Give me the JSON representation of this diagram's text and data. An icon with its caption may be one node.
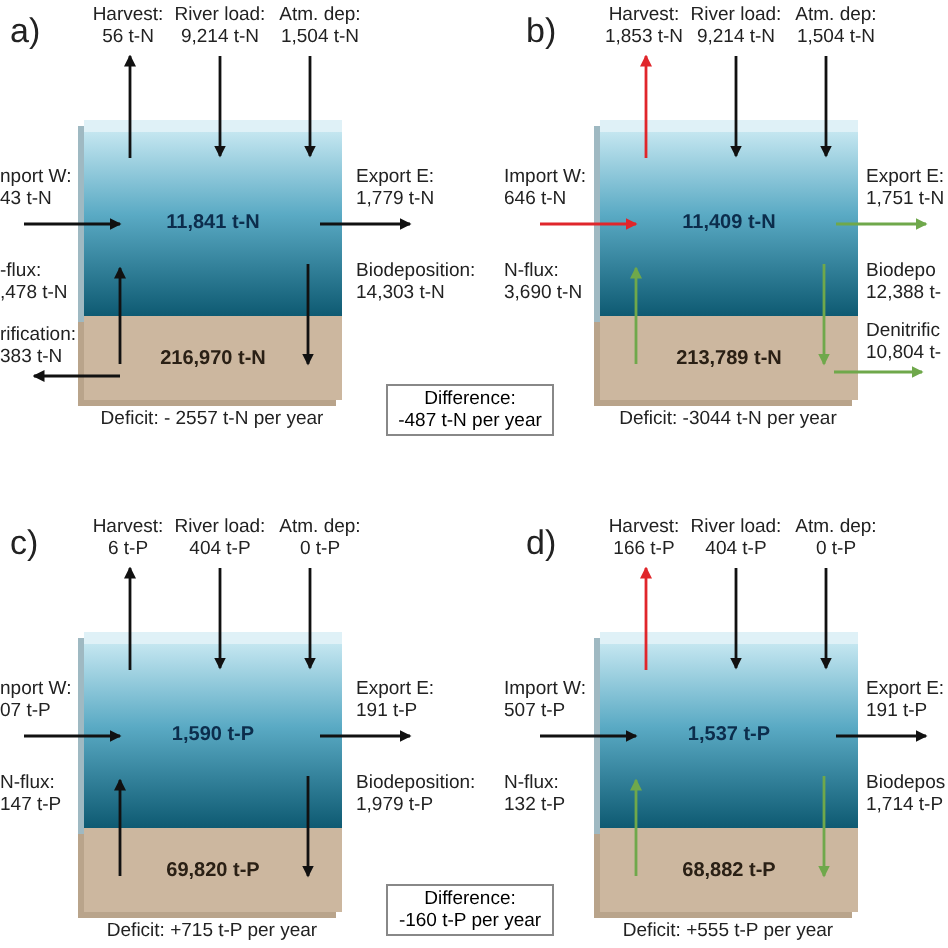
{
  "diagram": {
    "nodes": [
      {
        "text": [
          "11,841 t-N"
        ]
      },
      {
        "text": [
          "216,970 t-N"
        ],
        "beside": [
          "Deficit: - 2557 t-N per year"
        ]
      },
      {
        "text": [
          "Harvest:",
          "56 t-N"
        ]
      },
      {
        "text": [
          "River load:",
          "9,214 t-N"
        ]
      },
      {
        "text": [
          "Atm. dep:",
          "1,504 t-N"
        ]
      },
      {
        "text": [
          "nport W:",
          "43 t-N"
        ]
      },
      {
        "text": [
          "Export E:",
          "1,779 t-N"
        ]
      },
      {
        "text": [
          "-flux:",
          ",478 t-N"
        ]
      },
      {
        "text": [
          "Biodeposition:",
          "14,303 t-N"
        ]
      },
      {
        "text": [
          "rification:",
          "383 t-N"
        ]
      },
      {
        "text": [
          "Difference:",
          "-487 t-N per year"
        ]
      },
      {
        "text": [
          "11,409 t-N"
        ]
      },
      {
        "text": [
          "213,789 t-N"
        ],
        "beside": [
          "Deficit: -3044 t-N per year"
        ]
      },
      {
        "text": [
          "Harvest:",
          "1,853 t-N"
        ]
      },
      {
        "text": [
          "River load:",
          "9,214 t-N"
        ]
      },
      {
        "text": [
          "Atm. dep:",
          "1,504 t-N"
        ]
      },
      {
        "text": [
          "Import W:",
          "646 t-N"
        ]
      },
      {
        "text": [
          "Export E:",
          "1,751 t-N"
        ]
      },
      {
        "text": [
          "N-flux:",
          "3,690 t-N"
        ]
      },
      {
        "text": [
          "Biodepo",
          "12,388 t-"
        ]
      },
      {
        "text": [
          "Denitrific",
          "10,804 t-"
        ]
      },
      {
        "text": [
          "1,590 t-P"
        ]
      },
      {
        "text": [
          "69,820 t-P"
        ],
        "beside": [
          "Deficit: +715 t-P per year"
        ]
      },
      {
        "text": [
          "Harvest:",
          "6 t-P"
        ]
      },
      {
        "text": [
          "River load:",
          "404 t-P"
        ]
      },
      {
        "text": [
          "Atm. dep:",
          "0 t-P"
        ]
      },
      {
        "text": [
          "nport W:",
          "07 t-P"
        ]
      },
      {
        "text": [
          "Export E:",
          "191 t-P"
        ]
      },
      {
        "text": [
          "N-flux:",
          "147 t-P"
        ]
      },
      {
        "text": [
          "Biodeposition:",
          "1,979 t-P"
        ]
      },
      {
        "text": [
          "Difference:",
          "-160 t-P per year"
        ]
      },
      {
        "text": [
          "1,537 t-P"
        ]
      },
      {
        "text": [
          "68,882 t-P"
        ],
        "beside": [
          "Deficit: +555 t-P per year"
        ]
      },
      {
        "text": [
          "Harvest:",
          "166 t-P"
        ]
      },
      {
        "text": [
          "River load:",
          "404 t-P"
        ]
      },
      {
        "text": [
          "Atm. dep:",
          "0 t-P"
        ]
      },
      {
        "text": [
          "Import W:",
          "507 t-P"
        ]
      },
      {
        "text": [
          "Export E:",
          "191 t-P"
        ]
      },
      {
        "text": [
          "N-flux:",
          "132 t-P"
        ]
      },
      {
        "text": [
          "Biodepos",
          "1,714 t-P"
        ]
      }
    ],
    "edges": [
      {
        "from": 0,
        "to": 2,
        "arrow": "to"
      },
      {
        "from": 3,
        "to": 0,
        "arrow": "to"
      },
      {
        "from": 4,
        "to": 0,
        "arrow": "to"
      },
      {
        "from": 5,
        "to": 0,
        "arrow": "to"
      },
      {
        "from": 0,
        "to": 6,
        "arrow": "to"
      },
      {
        "from": 1,
        "to": 0,
        "arrow": "to"
      },
      {
        "from": 0,
        "to": 1,
        "arrow": "to"
      },
      {
        "from": 1,
        "to": 9,
        "arrow": "to"
      },
      {
        "from": 11,
        "to": 13,
        "arrow": "to",
        "color": "#e0262b"
      },
      {
        "from": 14,
        "to": 11,
        "arrow": "to"
      },
      {
        "from": 15,
        "to": 11,
        "arrow": "to"
      },
      {
        "from": 16,
        "to": 11,
        "arrow": "to",
        "color": "#e0262b"
      },
      {
        "from": 11,
        "to": 17,
        "arrow": "to",
        "color": "#6fa84b"
      },
      {
        "from": 12,
        "to": 11,
        "arrow": "to",
        "color": "#6fa84b"
      },
      {
        "from": 11,
        "to": 12,
        "arrow": "to",
        "color": "#6fa84b"
      },
      {
        "from": 12,
        "to": 20,
        "arrow": "to",
        "color": "#6fa84b"
      },
      {
        "from": 21,
        "to": 23,
        "arrow": "to"
      },
      {
        "from": 24,
        "to": 21,
        "arrow": "to"
      },
      {
        "from": 25,
        "to": 21,
        "arrow": "to"
      },
      {
        "from": 26,
        "to": 21,
        "arrow": "to"
      },
      {
        "from": 21,
        "to": 27,
        "arrow": "to"
      },
      {
        "from": 22,
        "to": 21,
        "arrow": "to"
      },
      {
        "from": 21,
        "to": 22,
        "arrow": "to"
      },
      {
        "from": 31,
        "to": 33,
        "arrow": "to",
        "color": "#e0262b"
      },
      {
        "from": 34,
        "to": 31,
        "arrow": "to"
      },
      {
        "from": 35,
        "to": 31,
        "arrow": "to"
      },
      {
        "from": 36,
        "to": 31,
        "arrow": "to"
      },
      {
        "from": 31,
        "to": 37,
        "arrow": "to"
      },
      {
        "from": 32,
        "to": 31,
        "arrow": "to",
        "color": "#6fa84b"
      },
      {
        "from": 31,
        "to": 32,
        "arrow": "to",
        "color": "#6fa84b"
      }
    ],
    "labels": [
      "a)",
      "b)",
      "c)",
      "d)"
    ]
  }
}
